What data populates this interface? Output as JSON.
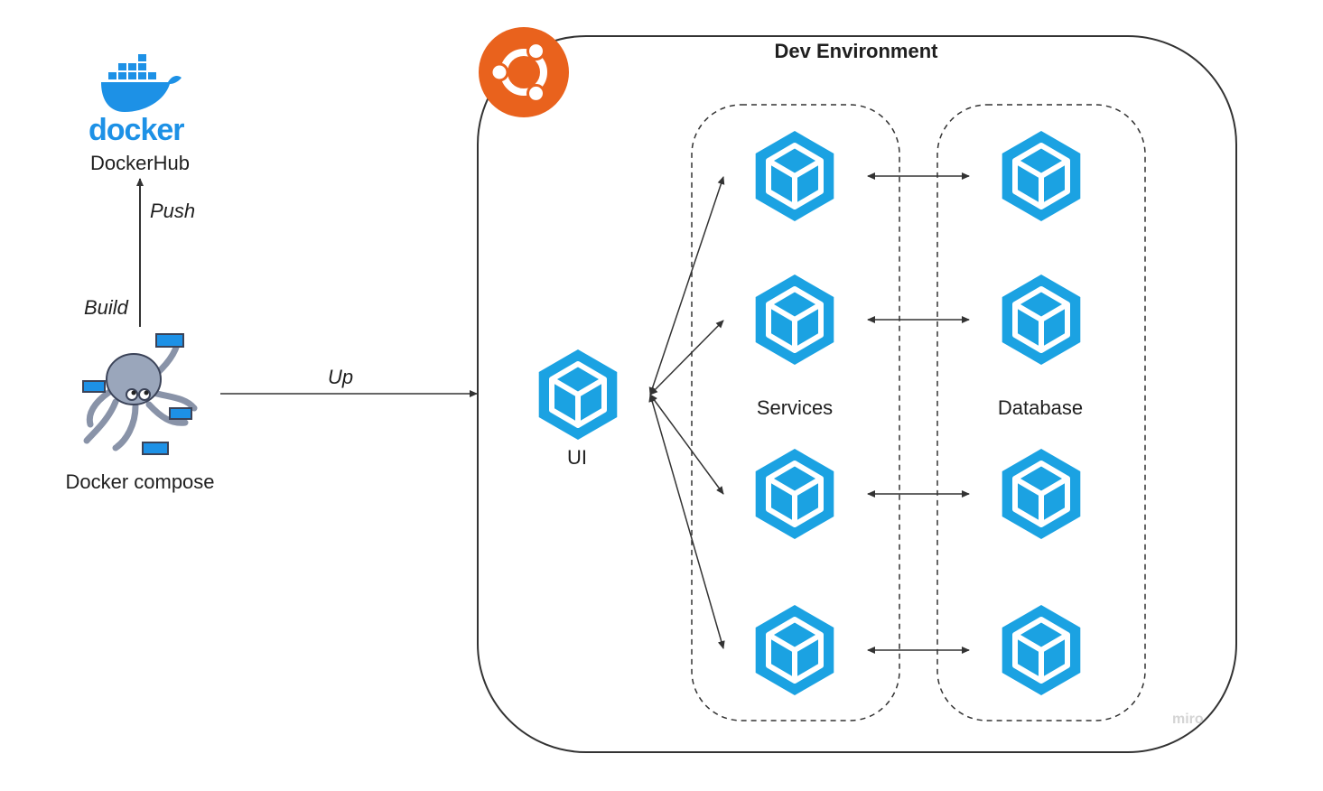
{
  "colors": {
    "cube_fill": "#1ba2e2",
    "cube_light": "#ffffff",
    "ubuntu": "#e9621d",
    "docker_blue": "#1d91e6",
    "octopus": "#9aa6bb",
    "line": "#333333",
    "border": "#333333"
  },
  "dockerhub": {
    "logo_text": "docker",
    "label": "DockerHub"
  },
  "compose": {
    "label": "Docker compose"
  },
  "edges": {
    "push": "Push",
    "build": "Build",
    "up": "Up"
  },
  "environment": {
    "title": "Dev Environment",
    "ui_label": "UI",
    "services_label": "Services",
    "database_label": "Database",
    "service_count": 4,
    "database_count": 4
  },
  "watermark": "miro",
  "icons": [
    "docker-whale-icon",
    "octopus-compose-icon",
    "ubuntu-logo-icon",
    "container-cube-icon"
  ]
}
